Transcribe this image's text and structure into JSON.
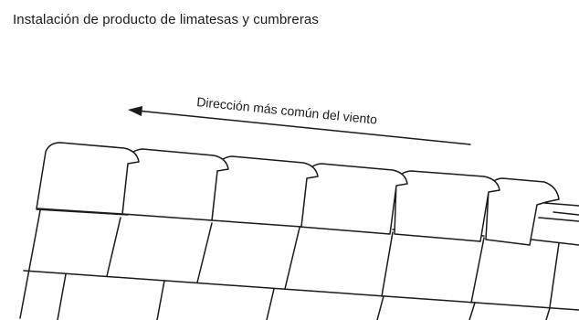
{
  "title": "Instalación de producto de limatesas y cumbreras",
  "diagram": {
    "wind_label": "Dirección más común del viento",
    "wind_arrow_direction": "left",
    "line_color": "#1a1a1a",
    "background_color": "#ffffff"
  }
}
